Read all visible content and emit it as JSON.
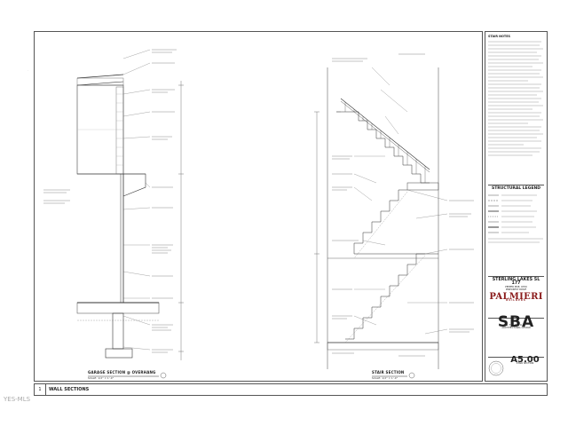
{
  "sheet": {
    "project": "STERLING LAKES SL 177",
    "location": "PEPPER PIKE, OHIO",
    "client": "PINECREST DRIVE",
    "builder_name": "PALMIERI",
    "builder_sub": "BUILDERS",
    "architect_logo": "SBA",
    "architect_sub": "STUDIOS",
    "architect_tag": "ARCHITECTURAL DESIGN",
    "sheet_number": "A5.00",
    "sheet_title": "STAIR SECTION",
    "legend_title": "STRUCTURAL LEGEND",
    "notes_title": "STAIR NOTES"
  },
  "views": {
    "garage_caption": "GARAGE SECTION @ OVERHANG",
    "garage_scale": "SCALE: 1/2\" = 1'-0\"",
    "stair_caption": "STAIR SECTION",
    "stair_scale": "SCALE: 1/2\" = 1'-0\""
  },
  "bottom": {
    "num": "1",
    "label": "WALL SECTIONS"
  },
  "watermark": "YES-MLS"
}
